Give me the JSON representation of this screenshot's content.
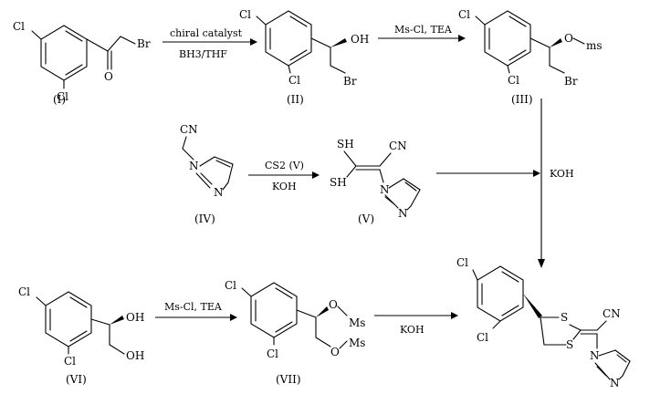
{
  "atoms": {
    "cl": "Cl",
    "br": "Br",
    "o": "O",
    "oh": "OH",
    "cn": "CN",
    "ms": "ms",
    "o_ms": "Ms",
    "sh": "SH",
    "n": "N",
    "s": "S"
  },
  "compounds": {
    "I": "(I)",
    "II": "(II)",
    "III": "(III)",
    "IV": "(IV)",
    "V": "(V)",
    "VI": "(VI)",
    "VII": "(VII)"
  },
  "conditions": {
    "r1_top": "chiral catalyst",
    "r1_bottom": "BH3/THF",
    "r2_top": "Ms-Cl, TEA",
    "r3_top": "CS2 (V)",
    "r3_bottom": "KOH",
    "r4_side": "KOH",
    "r5_top": "Ms-Cl, TEA",
    "r6_bottom": "KOH"
  }
}
